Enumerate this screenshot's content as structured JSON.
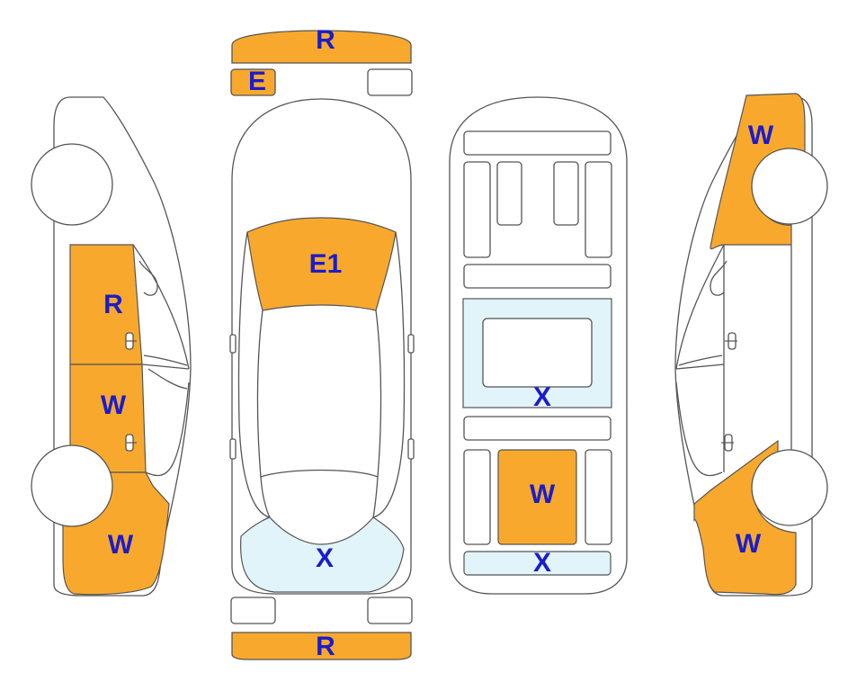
{
  "legend_colors": {
    "damaged": "#f8a92d",
    "marked_x": "#e1f4fa",
    "label": "#1b1ccc",
    "outline": "#555555"
  },
  "labels": {
    "front_bumper": "R",
    "front_small_left": "E",
    "hood": "E1",
    "windshield_rear": "X",
    "rear_bumper": "R",
    "left_front_door": "R",
    "left_rear_door": "W",
    "left_rear_quarter": "W",
    "interior_mid": "X",
    "interior_rear_seat": "W",
    "interior_trunk": "X",
    "right_front_fender": "W",
    "right_rear_quarter": "W"
  }
}
